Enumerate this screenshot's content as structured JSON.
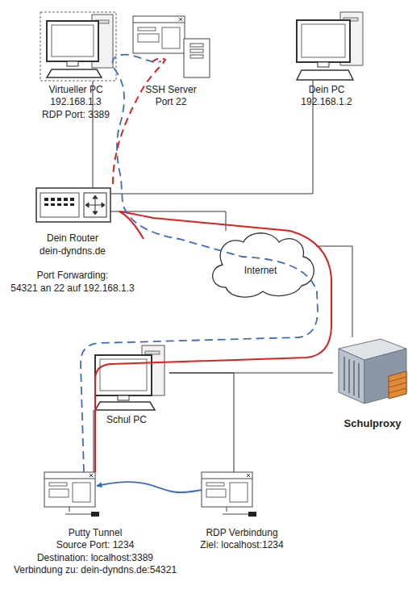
{
  "diagram": {
    "nodes": [
      {
        "text": [
          "Virtueller PC",
          "192.168.1.3",
          "RDP Port: 3389"
        ]
      },
      {
        "text": [
          "SSH Server",
          "Port 22"
        ]
      },
      {
        "text": [
          "Dein PC",
          "192.168.1.2"
        ]
      },
      {
        "text": [
          "Dein Router",
          "dein-dyndns.de",
          "Port Forwarding:",
          "54321 an 22 auf 192.168.1.3"
        ]
      },
      {
        "text": [
          "Internet"
        ]
      },
      {
        "text": [
          "Schul PC"
        ]
      },
      {
        "text": [
          "Schulproxy"
        ]
      },
      {
        "text": [
          "Putty Tunnel",
          "Source Port: 1234",
          "Destination: localhost:3389",
          "Verbindung zu: dein-dyndns.de:54321"
        ]
      },
      {
        "text": [
          "RDP Verbindung",
          "Ziel: localhost:1234"
        ]
      }
    ],
    "edges": [
      {
        "from": 0,
        "to": 3,
        "arrow": "none"
      },
      {
        "from": 2,
        "to": 3,
        "arrow": "none"
      },
      {
        "from": 3,
        "to": 4,
        "arrow": "none"
      },
      {
        "from": 4,
        "to": 6,
        "arrow": "none"
      },
      {
        "from": 5,
        "to": 6,
        "arrow": "none"
      },
      {
        "from": 5,
        "to": 7,
        "arrow": "none"
      },
      {
        "from": 5,
        "to": 8,
        "arrow": "none"
      },
      {
        "from": 8,
        "to": 7,
        "arrow": "to"
      }
    ]
  }
}
